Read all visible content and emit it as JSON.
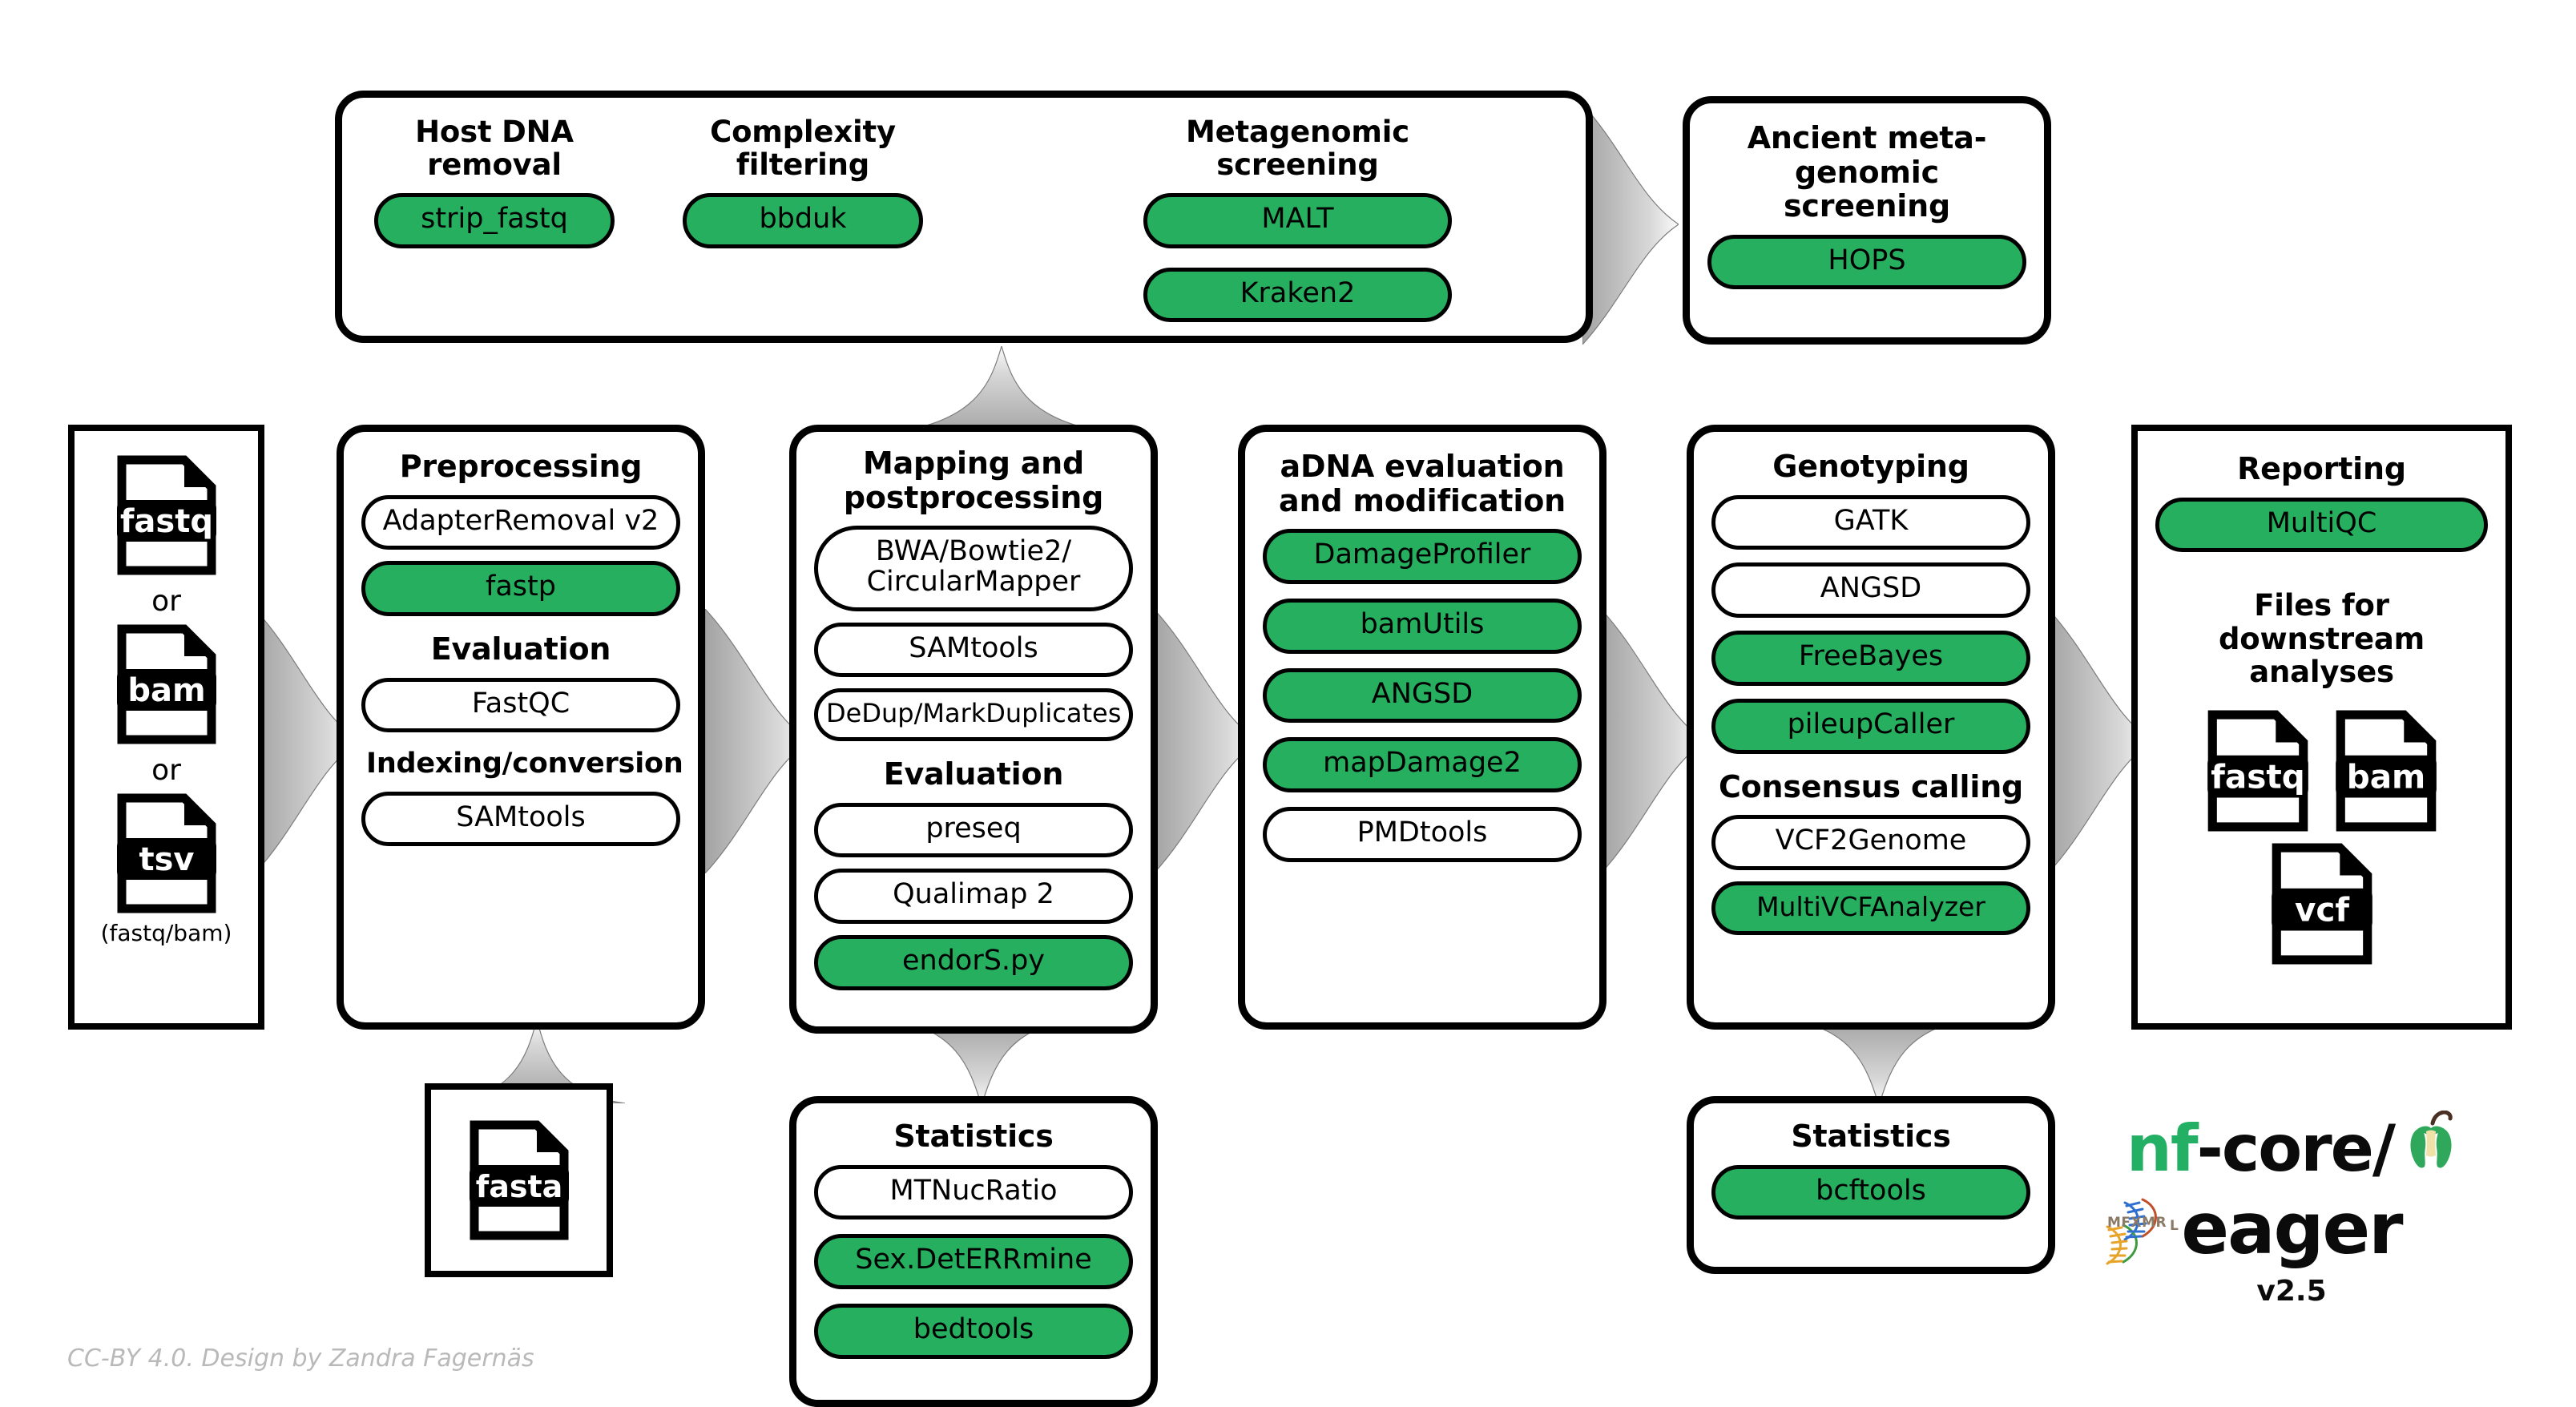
{
  "diagram": {
    "title": "nf-core/eager pipeline overview",
    "accent_green": "#25AF5F",
    "credit": "CC-BY 4.0. Design by Zandra Fagernäs"
  },
  "logo": {
    "nf": "nf",
    "core": "-core/",
    "eager": "eager",
    "version": "v2.5",
    "apple_icon": "apple-core-icon",
    "helix_icon": "dna-helix-icon"
  },
  "input": {
    "files": [
      {
        "label": "fastq",
        "icon": "fastq-file-icon"
      },
      {
        "label": "bam",
        "icon": "bam-file-icon"
      },
      {
        "label": "tsv",
        "icon": "tsv-file-icon"
      }
    ],
    "or": "or",
    "note": "(fastq/bam)"
  },
  "reference": {
    "file": {
      "label": "fasta",
      "icon": "fasta-file-icon"
    }
  },
  "top_strip": {
    "sections": [
      {
        "title": "Host DNA\nremoval",
        "tools": [
          {
            "label": "strip_fastq",
            "highlighted": true
          }
        ]
      },
      {
        "title": "Complexity\nfiltering",
        "tools": [
          {
            "label": "bbduk",
            "highlighted": true
          }
        ]
      },
      {
        "title": "Metagenomic\nscreening",
        "tools": [
          {
            "label": "MALT",
            "highlighted": true
          },
          {
            "label": "Kraken2",
            "highlighted": true
          }
        ]
      }
    ]
  },
  "ancient_screening": {
    "title": "Ancient meta-\ngenomic screening",
    "tools": [
      {
        "label": "HOPS",
        "highlighted": true
      }
    ]
  },
  "preprocessing": {
    "title": "Preprocessing",
    "tools": [
      {
        "label": "AdapterRemoval v2",
        "highlighted": false
      },
      {
        "label": "fastp",
        "highlighted": true
      }
    ],
    "subsections": [
      {
        "title": "Evaluation",
        "tools": [
          {
            "label": "FastQC",
            "highlighted": false
          }
        ]
      },
      {
        "title": "Indexing/conversion",
        "tools": [
          {
            "label": "SAMtools",
            "highlighted": false
          }
        ]
      }
    ]
  },
  "mapping": {
    "title": "Mapping and\npostprocessing",
    "tools": [
      {
        "label": "BWA/Bowtie2/\nCircularMapper",
        "highlighted": false
      },
      {
        "label": "SAMtools",
        "highlighted": false
      },
      {
        "label": "DeDup/MarkDuplicates",
        "highlighted": false
      }
    ],
    "subsections": [
      {
        "title": "Evaluation",
        "tools": [
          {
            "label": "preseq",
            "highlighted": false
          },
          {
            "label": "Qualimap 2",
            "highlighted": false
          },
          {
            "label": "endorS.py",
            "highlighted": true
          }
        ]
      }
    ]
  },
  "statistics_left": {
    "title": "Statistics",
    "tools": [
      {
        "label": "MTNucRatio",
        "highlighted": false
      },
      {
        "label": "Sex.DetERRmine",
        "highlighted": true
      },
      {
        "label": "bedtools",
        "highlighted": true
      }
    ]
  },
  "adna": {
    "title": "aDNA evaluation\nand modification",
    "tools": [
      {
        "label": "DamageProfiler",
        "highlighted": true
      },
      {
        "label": "bamUtils",
        "highlighted": true
      },
      {
        "label": "ANGSD",
        "highlighted": true
      },
      {
        "label": "mapDamage2",
        "highlighted": true
      },
      {
        "label": "PMDtools",
        "highlighted": false
      }
    ]
  },
  "genotyping": {
    "title": "Genotyping",
    "tools": [
      {
        "label": "GATK",
        "highlighted": false
      },
      {
        "label": "ANGSD",
        "highlighted": false
      },
      {
        "label": "FreeBayes",
        "highlighted": true
      },
      {
        "label": "pileupCaller",
        "highlighted": true
      }
    ],
    "subsections": [
      {
        "title": "Consensus calling",
        "tools": [
          {
            "label": "VCF2Genome",
            "highlighted": false
          },
          {
            "label": "MultiVCFAnalyzer",
            "highlighted": true
          }
        ]
      }
    ]
  },
  "statistics_right": {
    "title": "Statistics",
    "tools": [
      {
        "label": "bcftools",
        "highlighted": true
      }
    ]
  },
  "reporting": {
    "title": "Reporting",
    "tools": [
      {
        "label": "MultiQC",
        "highlighted": true
      }
    ],
    "downstream_title": "Files for downstream\nanalyses",
    "files": [
      {
        "label": "fastq",
        "icon": "fastq-file-icon"
      },
      {
        "label": "bam",
        "icon": "bam-file-icon"
      },
      {
        "label": "vcf",
        "icon": "vcf-file-icon"
      }
    ]
  }
}
